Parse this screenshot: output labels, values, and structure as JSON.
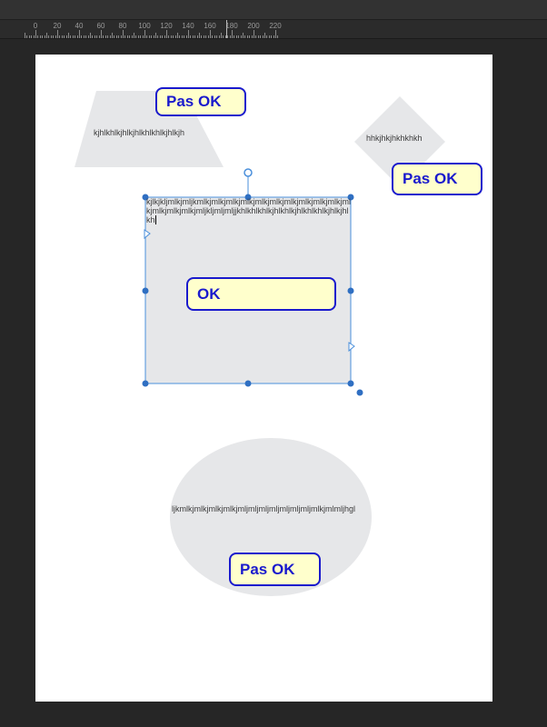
{
  "ruler": {
    "labels": [
      "0",
      "20",
      "40",
      "60",
      "80",
      "100",
      "120",
      "140",
      "160",
      "180",
      "200",
      "220"
    ]
  },
  "shapes": {
    "trapezoid_text": "kjhlkhlkjhlkjhlkhlkhlkjhlkjh",
    "diamond_text": "hhkjhkjhkhkhkh",
    "selected_rect_text": "kjlkjkljmlkjmljkmlkjmlkjmlkjmlkjmlkjmlkjmlkjmlkjmlkjmlkjmlkjmlkjmlkjmlkjmljkljmljmljjkhlkhlkhlkjhlkhlkjhlkhlkhlkjhlkjhlkh",
    "ellipse_text": "ljkmlkjmlkjmlkjmlkjmljmljmljmljmljmljmljmlkjmlmljhgl"
  },
  "callouts": {
    "trapezoid_label": "Pas OK",
    "diamond_label": "Pas OK",
    "rect_label": "OK",
    "ellipse_label": "Pas OK"
  },
  "colors": {
    "shape_fill": "#e6e7e9",
    "selection": "#4a8fdb",
    "callout_fill": "#ffffcc",
    "callout_border": "#1a1acd"
  }
}
